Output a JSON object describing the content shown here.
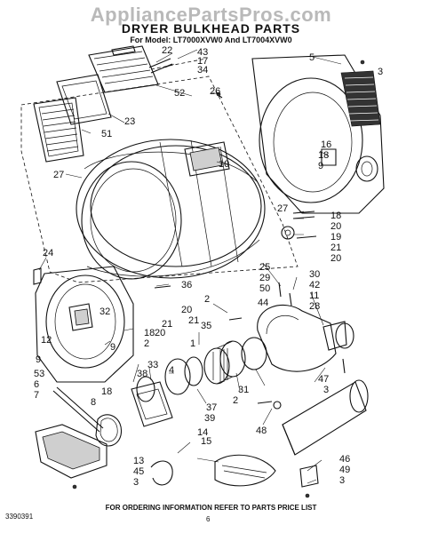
{
  "watermark": "AppliancePartsPros.com",
  "title": "DRYER BULKHEAD PARTS",
  "subtitle": "For Model: LT7000XVW0 And LT7004XVW0",
  "footer": {
    "doc_id": "3390391",
    "note": "FOR ORDERING INFORMATION REFER TO PARTS PRICE LIST",
    "page": "6"
  },
  "callouts": [
    {
      "id": "c22",
      "text": "22"
    },
    {
      "id": "c43",
      "text": "43"
    },
    {
      "id": "c17",
      "text": "17"
    },
    {
      "id": "c34",
      "text": "34"
    },
    {
      "id": "c5",
      "text": "5"
    },
    {
      "id": "c3a",
      "text": "3"
    },
    {
      "id": "c52",
      "text": "52"
    },
    {
      "id": "c26",
      "text": "26"
    },
    {
      "id": "c23",
      "text": "23"
    },
    {
      "id": "c51",
      "text": "51"
    },
    {
      "id": "c16",
      "text": "16"
    },
    {
      "id": "c18a",
      "text": "18"
    },
    {
      "id": "c9a",
      "text": "9"
    },
    {
      "id": "c10",
      "text": "10"
    },
    {
      "id": "c27a",
      "text": "27"
    },
    {
      "id": "c27b",
      "text": "27"
    },
    {
      "id": "c18b",
      "text": "18"
    },
    {
      "id": "c20a",
      "text": "20"
    },
    {
      "id": "c19",
      "text": "19"
    },
    {
      "id": "c21a",
      "text": "21"
    },
    {
      "id": "c20b",
      "text": "20"
    },
    {
      "id": "c24",
      "text": "24"
    },
    {
      "id": "c25",
      "text": "25"
    },
    {
      "id": "c29",
      "text": "29"
    },
    {
      "id": "c50",
      "text": "50"
    },
    {
      "id": "c30",
      "text": "30"
    },
    {
      "id": "c42",
      "text": "42"
    },
    {
      "id": "c11",
      "text": "11"
    },
    {
      "id": "c28",
      "text": "28"
    },
    {
      "id": "c36",
      "text": "36"
    },
    {
      "id": "c32",
      "text": "32"
    },
    {
      "id": "c2a",
      "text": "2"
    },
    {
      "id": "c20c",
      "text": "20"
    },
    {
      "id": "c21b",
      "text": "21"
    },
    {
      "id": "c21c",
      "text": "21"
    },
    {
      "id": "c20d",
      "text": "20"
    },
    {
      "id": "c18c",
      "text": "18"
    },
    {
      "id": "c2b",
      "text": "2"
    },
    {
      "id": "c44",
      "text": "44"
    },
    {
      "id": "c12",
      "text": "12"
    },
    {
      "id": "c9b",
      "text": "9"
    },
    {
      "id": "c9c",
      "text": "9"
    },
    {
      "id": "c35",
      "text": "35"
    },
    {
      "id": "c1",
      "text": "1"
    },
    {
      "id": "c33",
      "text": "33"
    },
    {
      "id": "c53",
      "text": "53"
    },
    {
      "id": "c6",
      "text": "6"
    },
    {
      "id": "c7",
      "text": "7"
    },
    {
      "id": "c18d",
      "text": "18"
    },
    {
      "id": "c8",
      "text": "8"
    },
    {
      "id": "c38",
      "text": "38"
    },
    {
      "id": "c4",
      "text": "4"
    },
    {
      "id": "c31",
      "text": "31"
    },
    {
      "id": "c2c",
      "text": "2"
    },
    {
      "id": "c37",
      "text": "37"
    },
    {
      "id": "c39",
      "text": "39"
    },
    {
      "id": "c47",
      "text": "47"
    },
    {
      "id": "c3b",
      "text": "3"
    },
    {
      "id": "c48",
      "text": "48"
    },
    {
      "id": "c14",
      "text": "14"
    },
    {
      "id": "c15",
      "text": "15"
    },
    {
      "id": "c13",
      "text": "13"
    },
    {
      "id": "c45",
      "text": "45"
    },
    {
      "id": "c3c",
      "text": "3"
    },
    {
      "id": "c46",
      "text": "46"
    },
    {
      "id": "c49",
      "text": "49"
    },
    {
      "id": "c3d",
      "text": "3"
    }
  ]
}
